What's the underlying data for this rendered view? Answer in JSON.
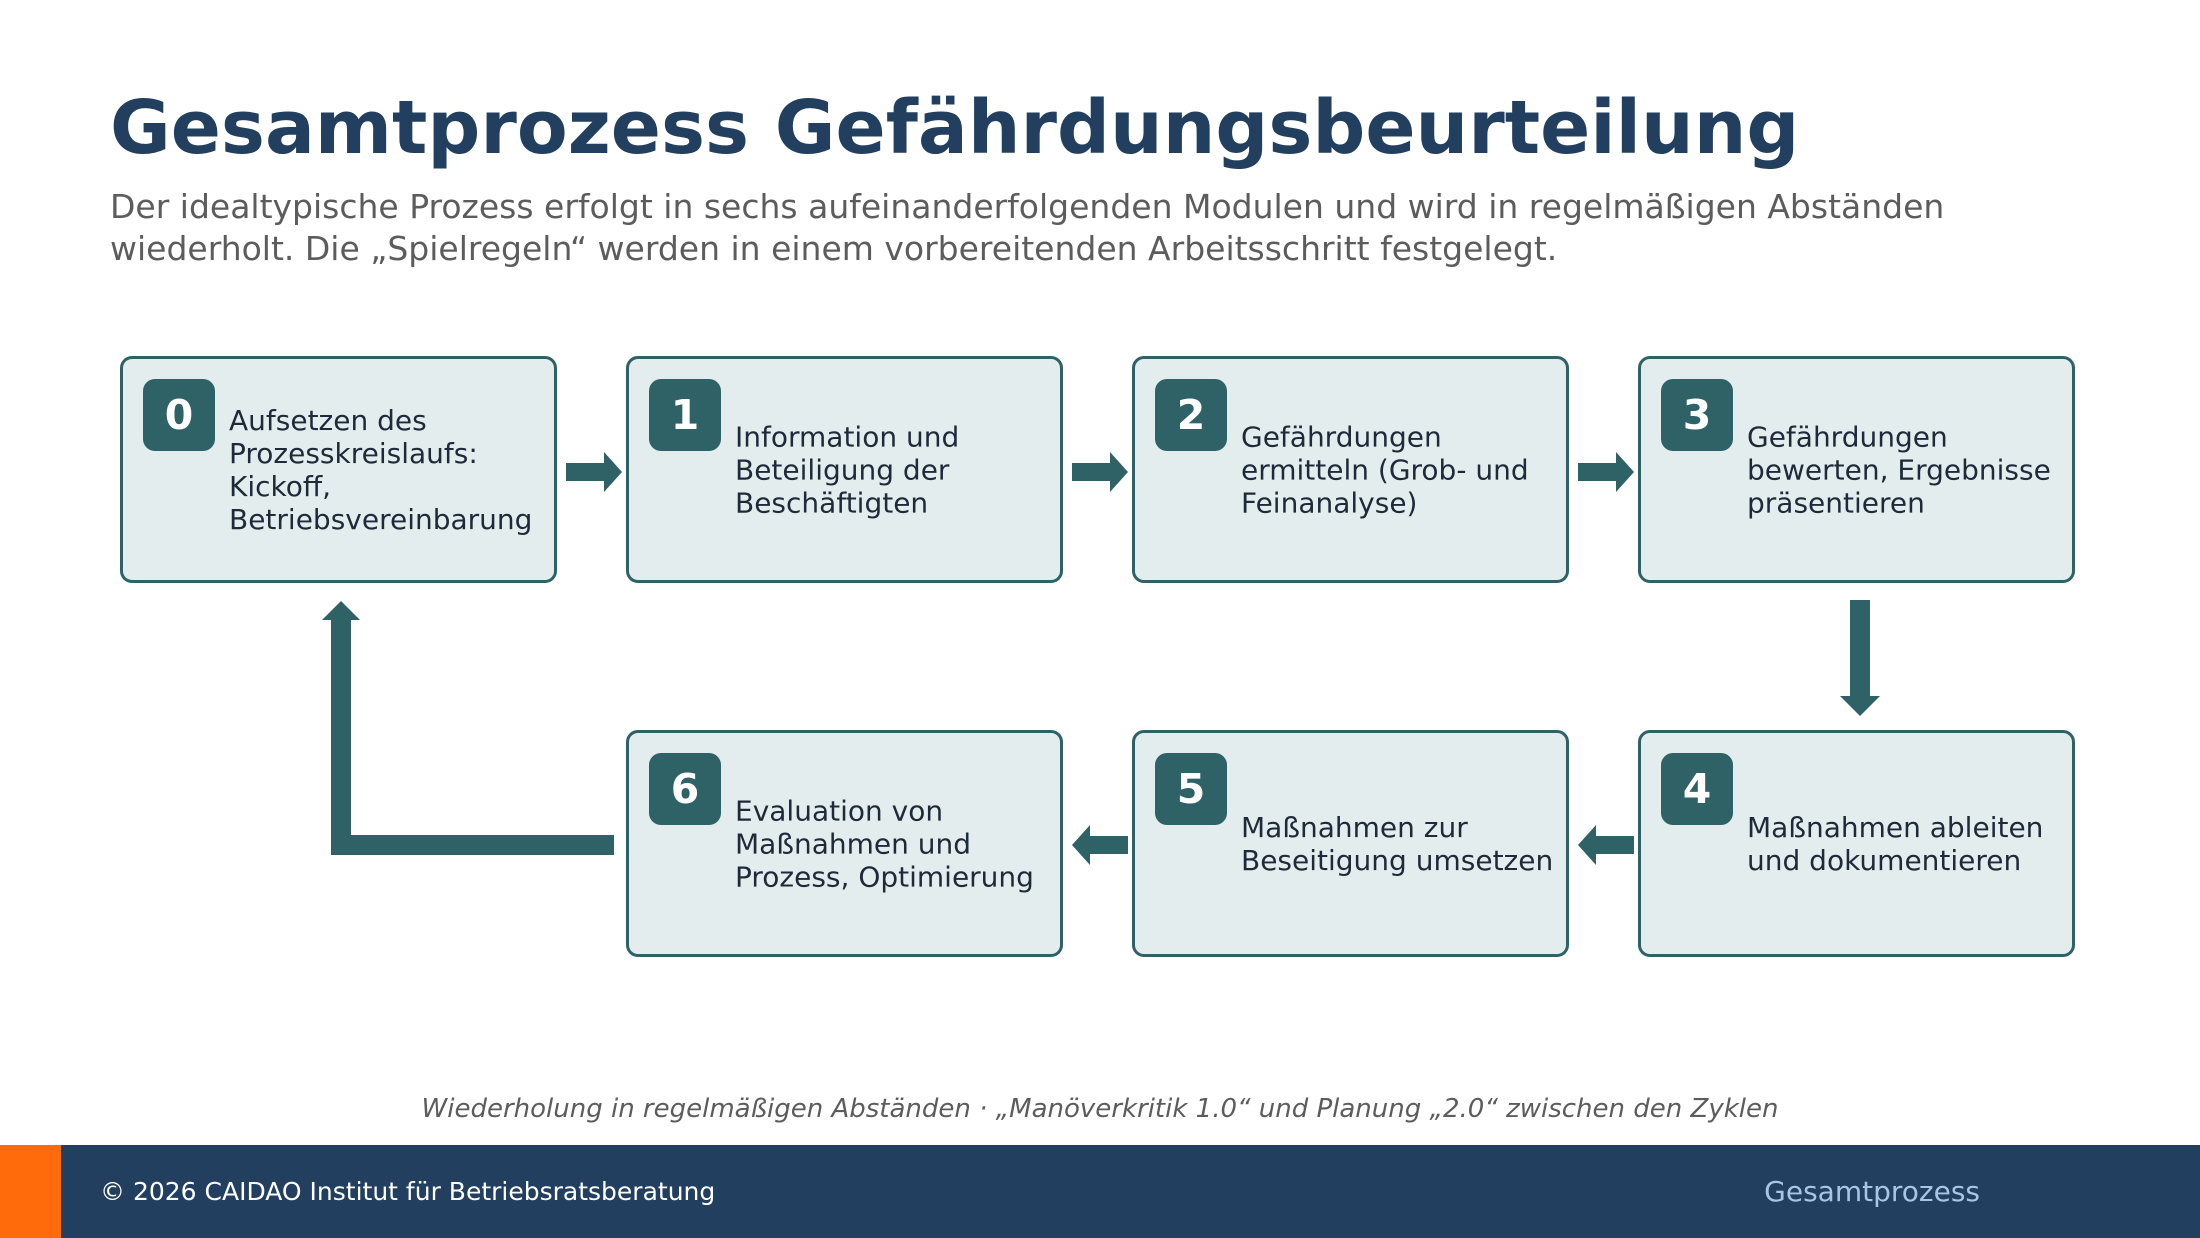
{
  "title": "Gesamtprozess Gefährdungsbeurteilung",
  "subtitle": "Der idealtypische Prozess erfolgt in sechs aufeinanderfolgenden Modulen und wird in regelmäßigen Abständen wiederholt. Die „Spielregeln“ werden in einem vorbereitenden Arbeitsschritt festgelegt.",
  "steps": [
    {
      "number": "0",
      "label": "Aufsetzen des Prozesskreislaufs: Kickoff, Betriebsvereinbarung"
    },
    {
      "number": "1",
      "label": "Information und Beteiligung der Beschäftigten"
    },
    {
      "number": "2",
      "label": "Gefährdungen ermitteln (Grob- und Feinanalyse)"
    },
    {
      "number": "3",
      "label": "Gefährdungen bewerten, Ergebnisse präsentieren"
    },
    {
      "number": "4",
      "label": "Maßnahmen ableiten und dokumentieren"
    },
    {
      "number": "5",
      "label": "Maßnahmen zur Beseitigung umsetzen"
    },
    {
      "number": "6",
      "label": "Evaluation von Maßnahmen und Prozess, Optimierung"
    }
  ],
  "flow": [
    "0",
    "1",
    "2",
    "3",
    "4",
    "5",
    "6",
    "0"
  ],
  "footnote": "Wiederholung in regelmäßigen Abständen  ·  „Manöverkritik 1.0“ und Planung „2.0“ zwischen den Zyklen",
  "footer": {
    "copyright": "© 2026 CAIDAO Institut für Betriebsratsberatung",
    "section": "Gesamtprozess"
  },
  "colors": {
    "title": "#223f5f",
    "box_fill": "#e3eded",
    "accent_teal": "#2e6266",
    "footer_bg": "#223f5f",
    "footer_accent": "#ff6a0a"
  }
}
